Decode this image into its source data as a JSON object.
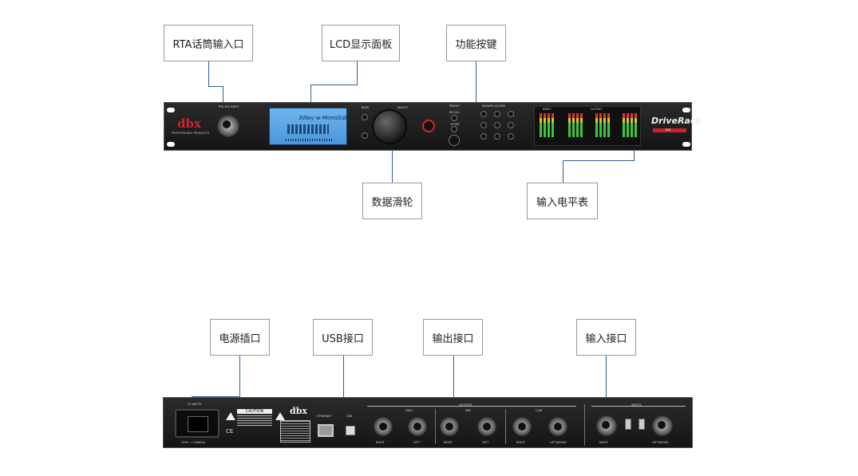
{
  "front_panel": {
    "callouts": {
      "rta_input": "RTA话筒输入口",
      "lcd_panel": "LCD显示面板",
      "function_keys": "功能按键",
      "data_wheel": "数据滑轮",
      "input_meter": "输入电平表"
    },
    "brand_logo": "dbx",
    "brand_sub": "PROFESSIONAL PRODUCTS",
    "rta_label": "RTA MIC INPUT",
    "lcd_preset": "3Way w-MonoSub",
    "product_name": "DriveRack",
    "product_model": "PA2",
    "labels": {
      "back": "BACK",
      "select": "SELECT",
      "preset": "PRESET",
      "recall": "RECALL",
      "store": "STORE",
      "wizard_access": "WIZARD ACCESS",
      "meters_input": "INPUT",
      "meters_output": "OUTPUT"
    }
  },
  "rear_panel": {
    "callouts": {
      "power_socket": "电源插口",
      "usb_port": "USB接口",
      "output_port": "输出接口",
      "input_port": "输入接口"
    },
    "brand_logo": "dbx",
    "caution": "CAUTION",
    "watts": "22 WATTS",
    "voltage": "100V ~/ 50/60Hz",
    "ethernet": "ETHERNET",
    "usb": "USB",
    "outputs": "OUTPUTS",
    "inputs": "INPUTS",
    "high": "HIGH",
    "mid": "MID",
    "low": "LOW",
    "right": "RIGHT",
    "left": "LEFT",
    "left_mono": "LEFT/MONO"
  },
  "colors": {
    "callout_line": "#2f5f9a",
    "brand_red": "#d2232a",
    "lcd_blue": "#5aa5e3"
  }
}
